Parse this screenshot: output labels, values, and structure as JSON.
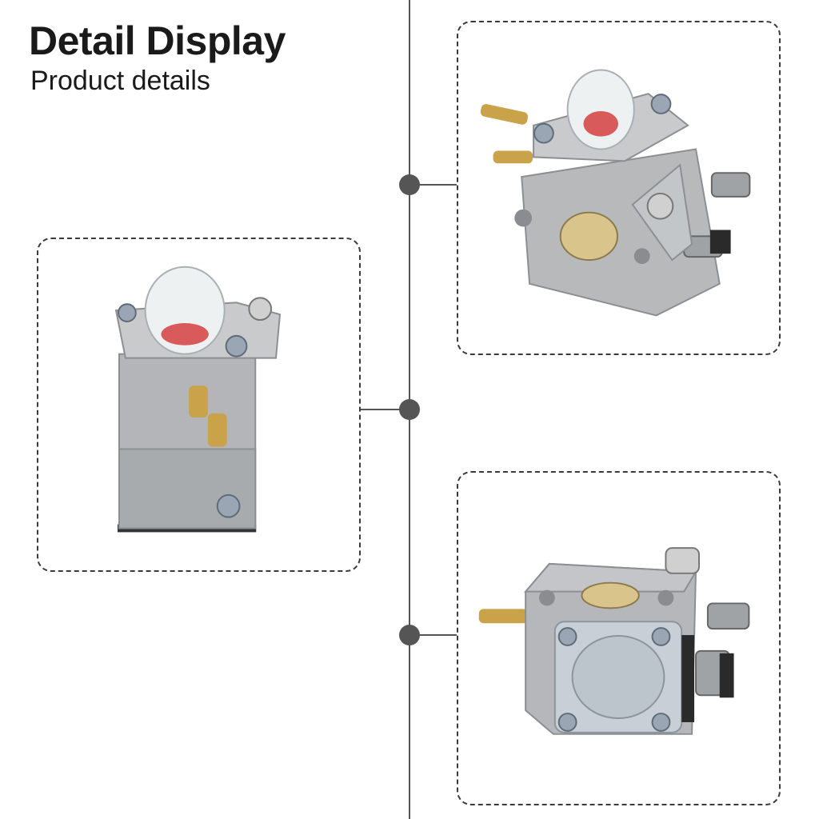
{
  "header": {
    "title": "Detail Display",
    "subtitle": "Product details"
  },
  "images": [
    {
      "name": "carburetor-top-view"
    },
    {
      "name": "carburetor-side-view"
    },
    {
      "name": "carburetor-back-view"
    }
  ],
  "colors": {
    "line": "#555555",
    "frame_border": "#3a3a3a",
    "metal": "#b7b9bb",
    "brass": "#c9a24a",
    "primer_red": "#d85a5a"
  }
}
